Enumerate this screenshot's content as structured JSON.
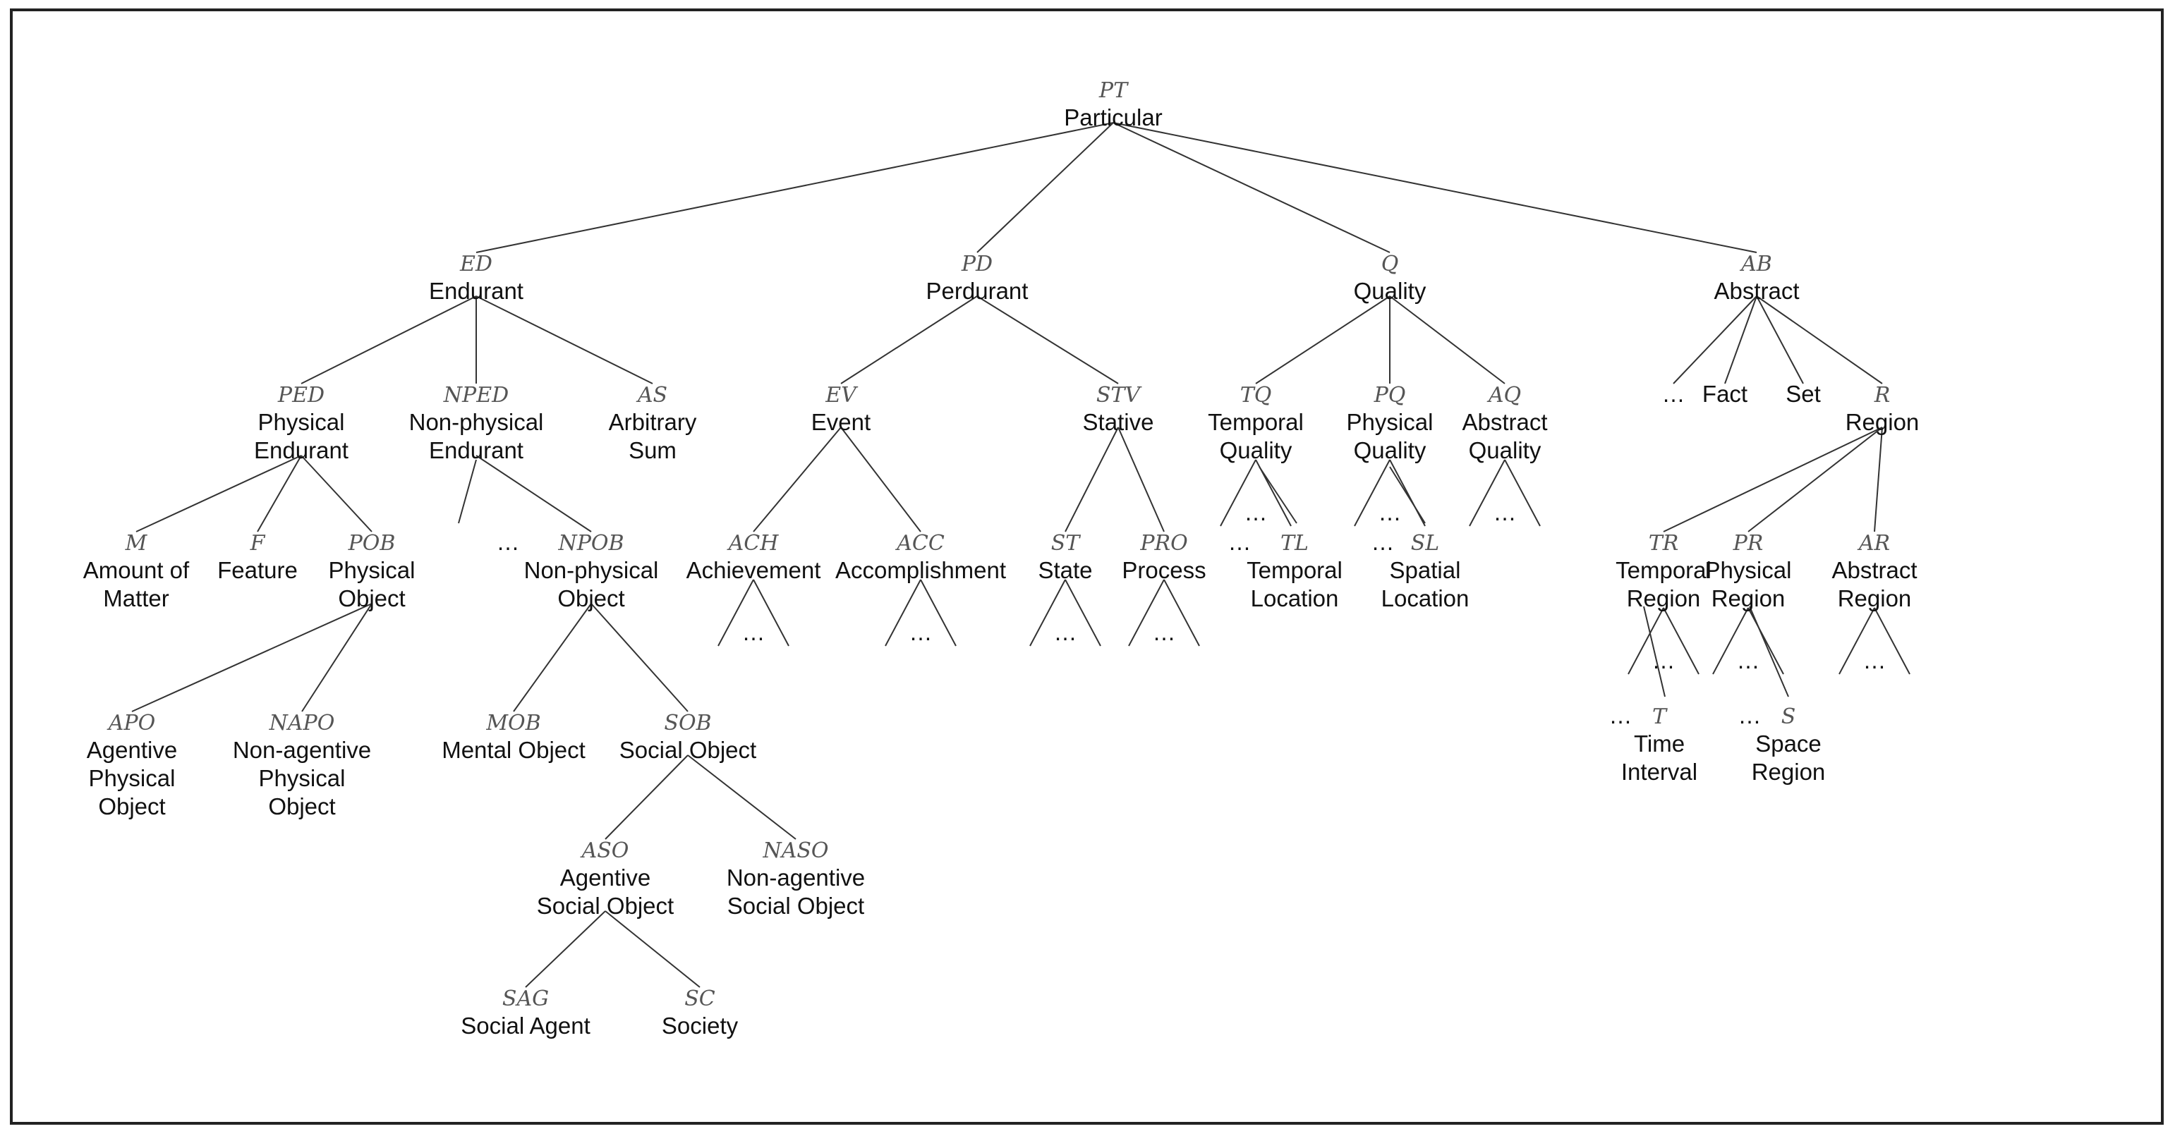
{
  "nodes": [
    {
      "id": "PT",
      "abbr": "PT",
      "lines": [
        "Particular"
      ]
    },
    {
      "id": "ED",
      "abbr": "ED",
      "lines": [
        "Endurant"
      ]
    },
    {
      "id": "PD",
      "abbr": "PD",
      "lines": [
        "Perdurant"
      ]
    },
    {
      "id": "Q",
      "abbr": "Q",
      "lines": [
        "Quality"
      ]
    },
    {
      "id": "AB",
      "abbr": "AB",
      "lines": [
        "Abstract"
      ]
    },
    {
      "id": "PED",
      "abbr": "PED",
      "lines": [
        "Physical",
        "Endurant"
      ]
    },
    {
      "id": "NPED",
      "abbr": "NPED",
      "lines": [
        "Non-physical",
        "Endurant"
      ]
    },
    {
      "id": "AS",
      "abbr": "AS",
      "lines": [
        "Arbitrary",
        "Sum"
      ]
    },
    {
      "id": "M",
      "abbr": "M",
      "lines": [
        "Amount of",
        "Matter"
      ]
    },
    {
      "id": "F",
      "abbr": "F",
      "lines": [
        "Feature"
      ]
    },
    {
      "id": "POB",
      "abbr": "POB",
      "lines": [
        "Physical",
        "Object"
      ]
    },
    {
      "id": "APO",
      "abbr": "APO",
      "lines": [
        "Agentive",
        "Physical",
        "Object"
      ]
    },
    {
      "id": "NAPO",
      "abbr": "NAPO",
      "lines": [
        "Non-agentive",
        "Physical",
        "Object"
      ]
    },
    {
      "id": "NPED_dots",
      "abbr": "",
      "lines": [
        "…"
      ]
    },
    {
      "id": "NPOB",
      "abbr": "NPOB",
      "lines": [
        "Non-physical",
        "Object"
      ]
    },
    {
      "id": "MOB",
      "abbr": "MOB",
      "lines": [
        "Mental Object"
      ]
    },
    {
      "id": "SOB",
      "abbr": "SOB",
      "lines": [
        "Social Object"
      ]
    },
    {
      "id": "ASO",
      "abbr": "ASO",
      "lines": [
        "Agentive",
        "Social Object"
      ]
    },
    {
      "id": "NASO",
      "abbr": "NASO",
      "lines": [
        "Non-agentive",
        "Social Object"
      ]
    },
    {
      "id": "SAG",
      "abbr": "SAG",
      "lines": [
        "Social Agent"
      ]
    },
    {
      "id": "SC",
      "abbr": "SC",
      "lines": [
        "Society"
      ]
    },
    {
      "id": "EV",
      "abbr": "EV",
      "lines": [
        "Event"
      ]
    },
    {
      "id": "STV",
      "abbr": "STV",
      "lines": [
        "Stative"
      ]
    },
    {
      "id": "ACH",
      "abbr": "ACH",
      "lines": [
        "Achievement"
      ]
    },
    {
      "id": "ACC",
      "abbr": "ACC",
      "lines": [
        "Accomplishment"
      ]
    },
    {
      "id": "ST",
      "abbr": "ST",
      "lines": [
        "State"
      ]
    },
    {
      "id": "PRO",
      "abbr": "PRO",
      "lines": [
        "Process"
      ]
    },
    {
      "id": "TQ",
      "abbr": "TQ",
      "lines": [
        "Temporal",
        "Quality"
      ]
    },
    {
      "id": "PQ",
      "abbr": "PQ",
      "lines": [
        "Physical",
        "Quality"
      ]
    },
    {
      "id": "AQ",
      "abbr": "AQ",
      "lines": [
        "Abstract",
        "Quality"
      ]
    },
    {
      "id": "TL",
      "abbr": "TL",
      "lines": [
        "Temporal",
        "Location"
      ]
    },
    {
      "id": "SL",
      "abbr": "SL",
      "lines": [
        "Spatial",
        "Location"
      ]
    },
    {
      "id": "AB_dots",
      "abbr": "",
      "lines": [
        "…"
      ]
    },
    {
      "id": "Fact",
      "abbr": "",
      "lines": [
        "Fact"
      ]
    },
    {
      "id": "Set",
      "abbr": "",
      "lines": [
        "Set"
      ]
    },
    {
      "id": "R",
      "abbr": "R",
      "lines": [
        "Region"
      ]
    },
    {
      "id": "TR",
      "abbr": "TR",
      "lines": [
        "Temporal",
        "Region"
      ]
    },
    {
      "id": "PR",
      "abbr": "PR",
      "lines": [
        "Physical",
        "Region"
      ]
    },
    {
      "id": "AR",
      "abbr": "AR",
      "lines": [
        "Abstract",
        "Region"
      ]
    },
    {
      "id": "T",
      "abbr": "T",
      "lines": [
        "Time",
        "Interval"
      ]
    },
    {
      "id": "S",
      "abbr": "S",
      "lines": [
        "Space",
        "Region"
      ]
    }
  ],
  "edges": [
    [
      "PT",
      "ED"
    ],
    [
      "PT",
      "PD"
    ],
    [
      "PT",
      "Q"
    ],
    [
      "PT",
      "AB"
    ],
    [
      "ED",
      "PED"
    ],
    [
      "ED",
      "NPED"
    ],
    [
      "ED",
      "AS"
    ],
    [
      "PED",
      "M"
    ],
    [
      "PED",
      "F"
    ],
    [
      "PED",
      "POB"
    ],
    [
      "POB",
      "APO"
    ],
    [
      "POB",
      "NAPO"
    ],
    [
      "NPED",
      "NPED_dots"
    ],
    [
      "NPED",
      "NPOB"
    ],
    [
      "NPOB",
      "MOB"
    ],
    [
      "NPOB",
      "SOB"
    ],
    [
      "SOB",
      "ASO"
    ],
    [
      "SOB",
      "NASO"
    ],
    [
      "ASO",
      "SAG"
    ],
    [
      "ASO",
      "SC"
    ],
    [
      "PD",
      "EV"
    ],
    [
      "PD",
      "STV"
    ],
    [
      "EV",
      "ACH"
    ],
    [
      "EV",
      "ACC"
    ],
    [
      "STV",
      "ST"
    ],
    [
      "STV",
      "PRO"
    ],
    [
      "Q",
      "TQ"
    ],
    [
      "Q",
      "PQ"
    ],
    [
      "Q",
      "AQ"
    ],
    [
      "TQ",
      "TL"
    ],
    [
      "PQ",
      "SL"
    ],
    [
      "AB",
      "AB_dots"
    ],
    [
      "AB",
      "Fact"
    ],
    [
      "AB",
      "Set"
    ],
    [
      "AB",
      "R"
    ],
    [
      "R",
      "TR"
    ],
    [
      "R",
      "PR"
    ],
    [
      "R",
      "AR"
    ],
    [
      "TR",
      "T"
    ],
    [
      "PR",
      "S"
    ]
  ],
  "open_branches": [
    {
      "parent": "ACH",
      "dots": "…"
    },
    {
      "parent": "ACC",
      "dots": "…"
    },
    {
      "parent": "ST",
      "dots": "…"
    },
    {
      "parent": "PRO",
      "dots": "…"
    },
    {
      "parent": "TQ",
      "dots": "…"
    },
    {
      "parent": "PQ",
      "dots": "…"
    },
    {
      "parent": "AQ",
      "dots": "…"
    },
    {
      "parent": "TR",
      "dots": "…"
    },
    {
      "parent": "PR",
      "dots": "…"
    },
    {
      "parent": "AR",
      "dots": "…"
    }
  ]
}
